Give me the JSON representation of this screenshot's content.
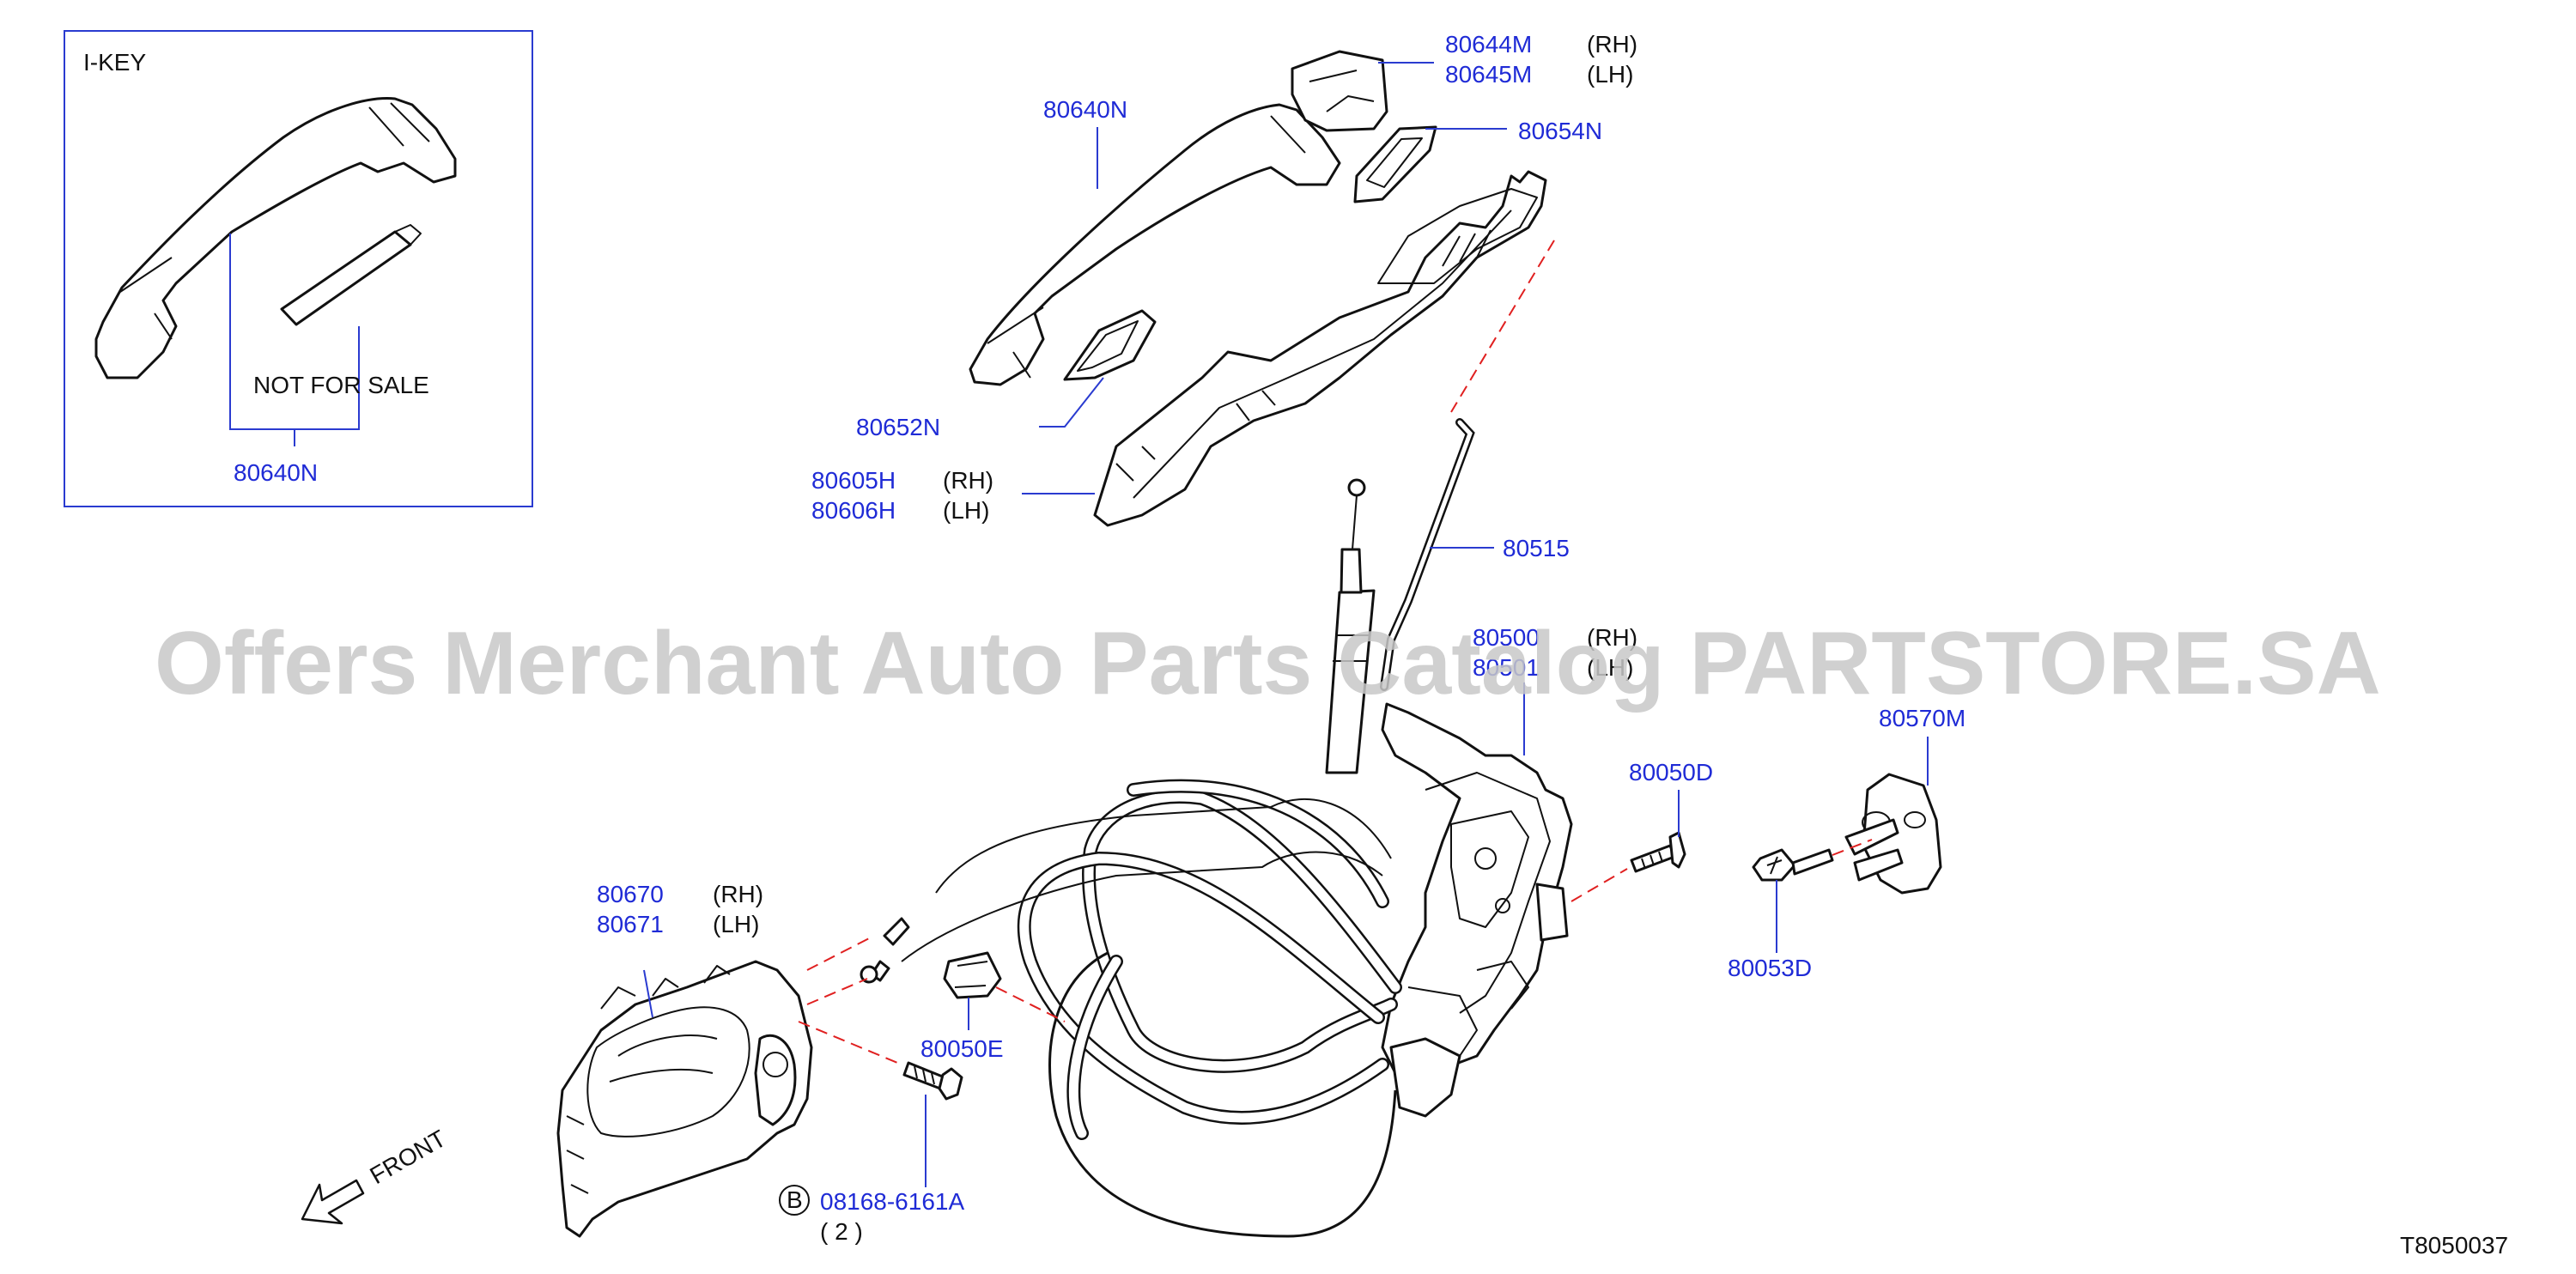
{
  "inset": {
    "title": "I-KEY",
    "not_for_sale": "NOT   FOR   SALE",
    "part": "80640N"
  },
  "labels": {
    "handle": "80640N",
    "cap_rh": "80644M",
    "cap_lh": "80645M",
    "gasket_rear": "80654N",
    "gasket_front": "80652N",
    "bracket_rh": "80605H",
    "bracket_lh": "80606H",
    "rod": "80515",
    "lock_rh": "80500",
    "lock_lh": "80501",
    "screw": "80050D",
    "striker": "80570M",
    "striker_screw": "80053D",
    "inside_handle_rh": "80670",
    "inside_handle_lh": "80671",
    "clip": "80050E",
    "bolt": "08168-6161A",
    "bolt_qty": "( 2 )",
    "bolt_badge": "B"
  },
  "side_tags": {
    "rh": "(RH)",
    "lh": "(LH)"
  },
  "front_label": "FRONT",
  "drawing_number": "T8050037",
  "watermark": "Offers Merchant Auto Parts Catalog PARTSTORE.SA"
}
